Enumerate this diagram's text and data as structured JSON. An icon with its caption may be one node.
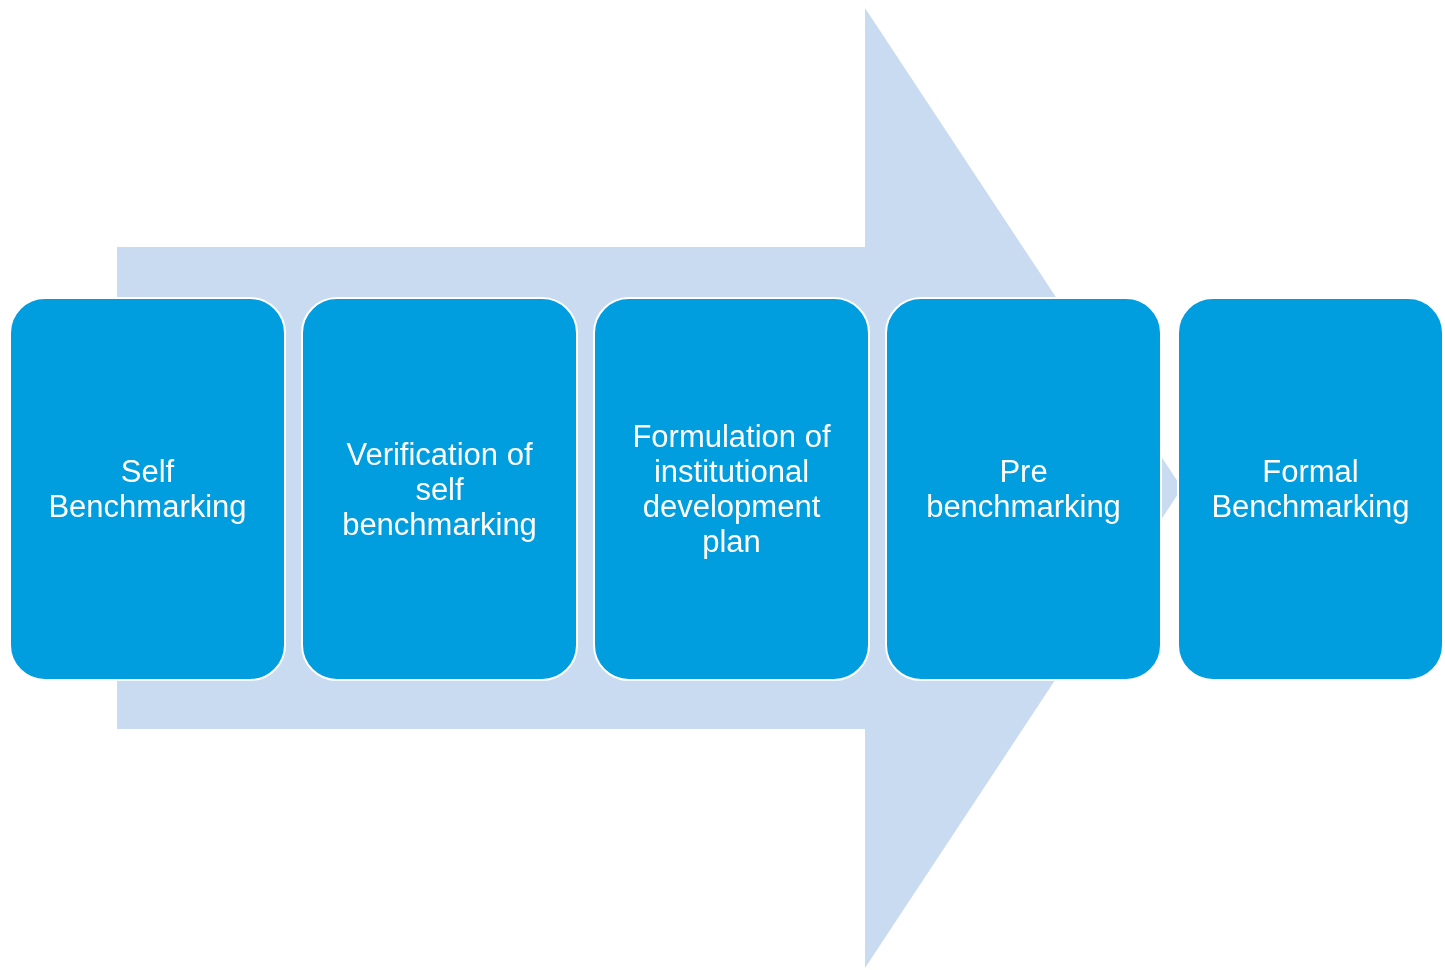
{
  "diagram": {
    "nodes": [
      {
        "text": [
          "Self Benchmarking"
        ]
      },
      {
        "text": [
          "Verification of self benchmarking"
        ]
      },
      {
        "text": [
          "Formulation of institutional development plan"
        ]
      },
      {
        "text": [
          "Pre benchmarking"
        ]
      },
      {
        "text": [
          "Formal Benchmarking"
        ]
      }
    ],
    "edges": [
      {
        "from": 0,
        "to": 4,
        "arrow": "to",
        "style": "thick"
      }
    ]
  }
}
